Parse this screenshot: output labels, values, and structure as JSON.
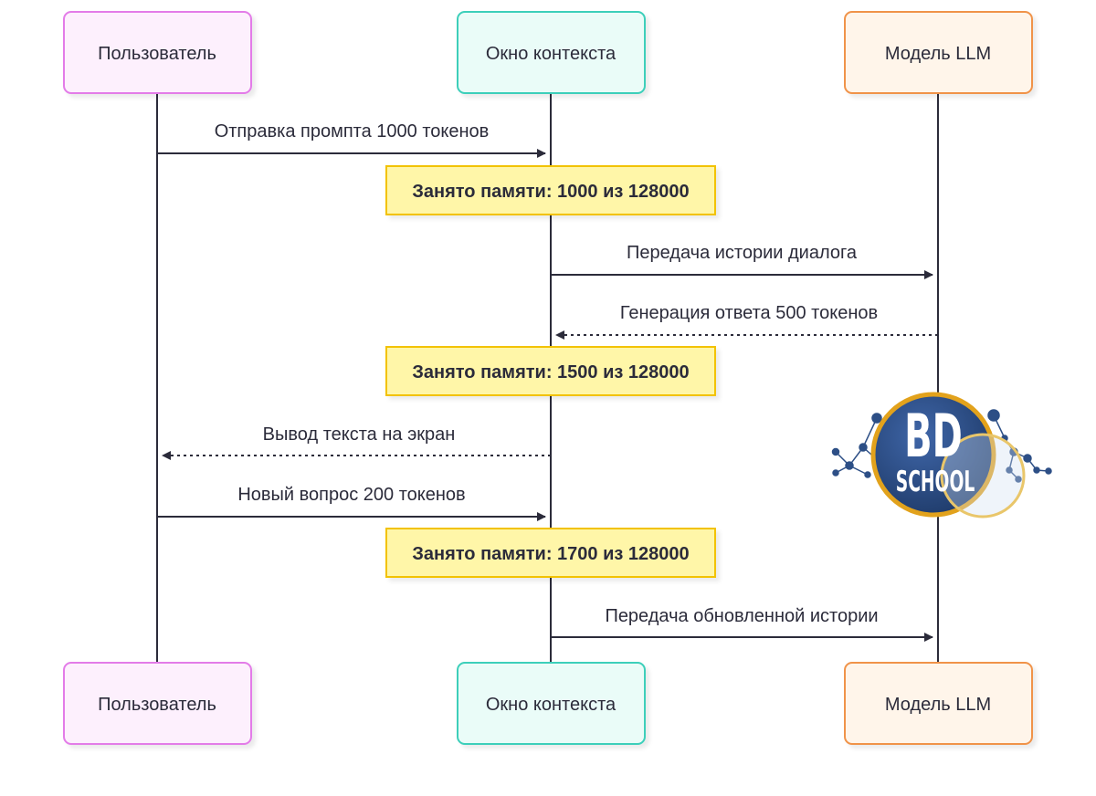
{
  "participants": [
    {
      "id": "user",
      "label": "Пользователь",
      "fill": "#fdf0fd",
      "stroke": "#e37be8"
    },
    {
      "id": "context",
      "label": "Окно контекста",
      "fill": "#eafcf8",
      "stroke": "#3ccfba"
    },
    {
      "id": "llm",
      "label": "Модель LLM",
      "fill": "#fff5ea",
      "stroke": "#f0934a"
    }
  ],
  "messages": [
    {
      "label": "Отправка промпта 1000 токенов",
      "from": "user",
      "to": "context",
      "style": "solid"
    },
    {
      "label": "Передача истории диалога",
      "from": "context",
      "to": "llm",
      "style": "solid"
    },
    {
      "label": "Генерация ответа 500 токенов",
      "from": "llm",
      "to": "context",
      "style": "dashed"
    },
    {
      "label": "Вывод текста на экран",
      "from": "context",
      "to": "user",
      "style": "dashed"
    },
    {
      "label": "Новый вопрос 200 токенов",
      "from": "user",
      "to": "context",
      "style": "solid"
    },
    {
      "label": "Передача обновленной истории",
      "from": "context",
      "to": "llm",
      "style": "solid"
    }
  ],
  "notes": [
    {
      "label": "Занято памяти: 1000 из 128000"
    },
    {
      "label": "Занято памяти: 1500 из 128000"
    },
    {
      "label": "Занято памяти: 1700 из 128000"
    }
  ],
  "note_colors": {
    "fill": "#fff6a8",
    "stroke": "#f2c200"
  },
  "line_color": "#2b2b3a",
  "logo": {
    "line1": "BD",
    "line2": "SCHOOL",
    "fill": "#2d4f86",
    "ring": "#e2a21c"
  }
}
